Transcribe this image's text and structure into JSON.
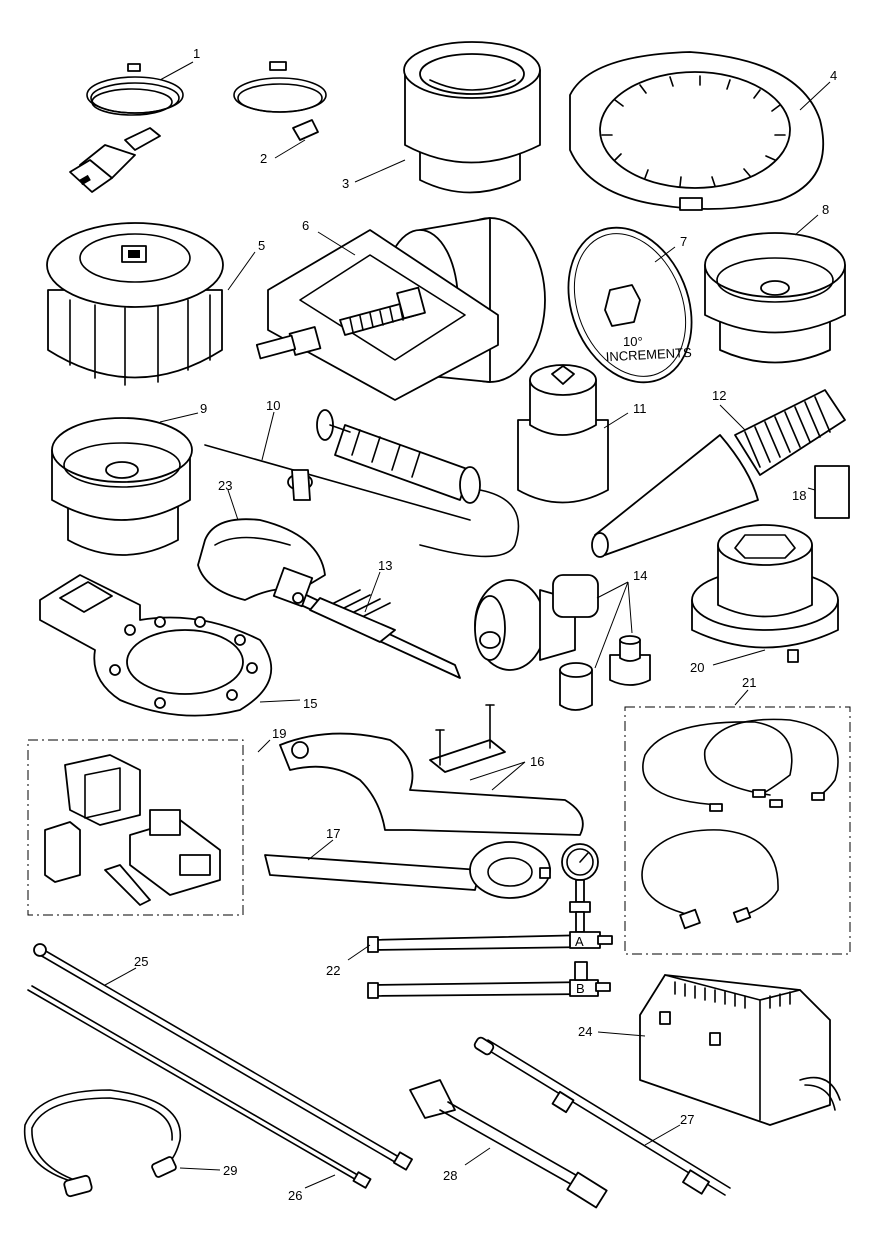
{
  "callouts": {
    "c1": "1",
    "c2": "2",
    "c3": "3",
    "c4": "4",
    "c5": "5",
    "c6": "6",
    "c7": "7",
    "c8": "8",
    "c9": "9",
    "c10": "10",
    "c11": "11",
    "c12": "12",
    "c13": "13",
    "c14": "14",
    "c15": "15",
    "c16": "16",
    "c17": "17",
    "c18": "18",
    "c19": "19",
    "c20": "20",
    "c21": "21",
    "c22": "22",
    "c23": "23",
    "c24": "24",
    "c25": "25",
    "c26": "26",
    "c27": "27",
    "c28": "28",
    "c29": "29"
  },
  "dial_text": {
    "line1": "10°",
    "line2": "INCREMENTS"
  },
  "gauge_markers": {
    "a": "A",
    "b": "B"
  }
}
